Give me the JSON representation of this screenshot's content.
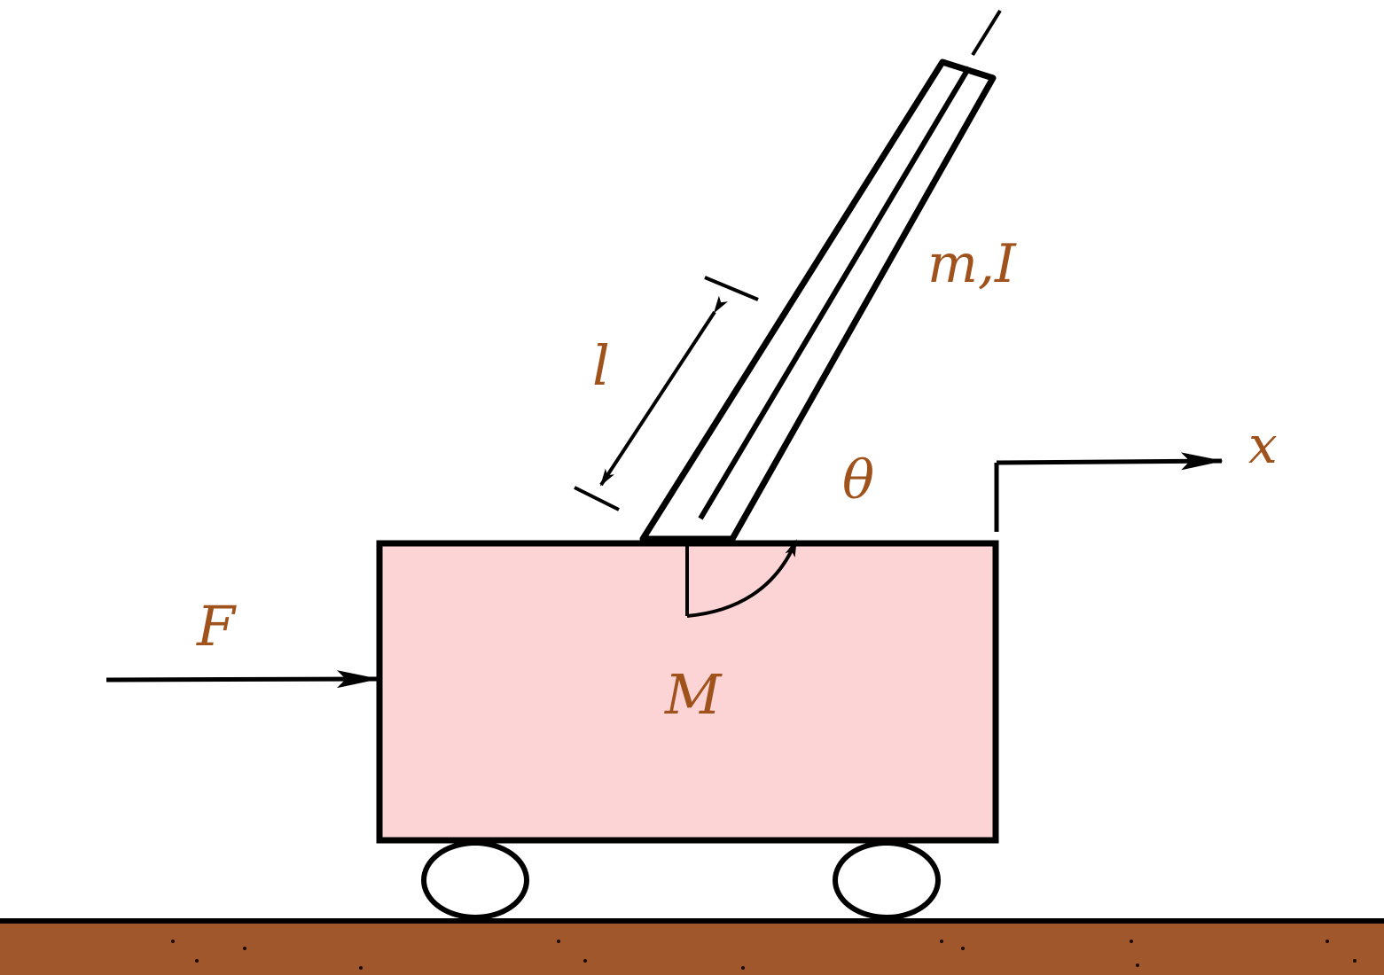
{
  "labels": {
    "force": "F",
    "cart_mass": "M",
    "pendulum_props": "m,I",
    "length": "l",
    "angle": "θ",
    "position": "x"
  },
  "colors": {
    "label": "#a0521d",
    "cart_fill": "#fdd4d5",
    "ground": "#a0572b",
    "stroke": "#000000"
  }
}
